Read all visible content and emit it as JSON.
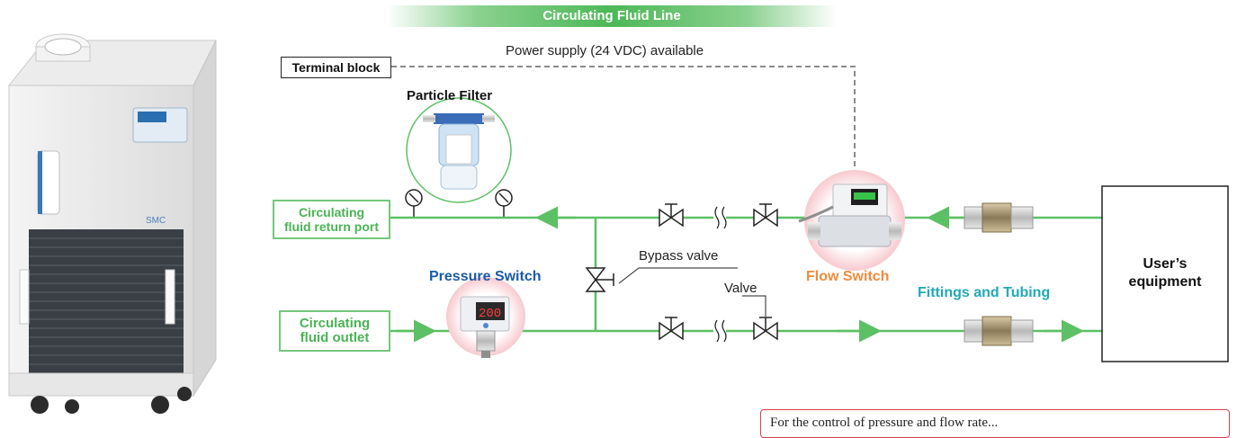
{
  "banner": {
    "title": "Circulating Fluid Line"
  },
  "labels": {
    "power_supply": "Power supply (24 VDC) available",
    "terminal_block": "Terminal block",
    "particle_filter": "Particle Filter",
    "return_port": "Circulating fluid return port",
    "return_port_line1": "Circulating",
    "return_port_line2": "fluid return port",
    "outlet_line1": "Circulating",
    "outlet_line2": "fluid outlet",
    "pressure_switch": "Pressure Switch",
    "bypass_valve": "Bypass valve",
    "valve": "Valve",
    "flow_switch": "Flow Switch",
    "fittings_tubing": "Fittings and Tubing",
    "users_equipment_line1": "User’s",
    "users_equipment_line2": "equipment",
    "footnote_partial": "For the control of pressure and flow rate..."
  },
  "colors": {
    "line_green": "#5cc064",
    "label_green": "#4ab455",
    "pressure_blue": "#1a5aa8",
    "flow_orange": "#f08a3c",
    "fittings_teal": "#21a9b7",
    "note_red": "#d8434a"
  }
}
